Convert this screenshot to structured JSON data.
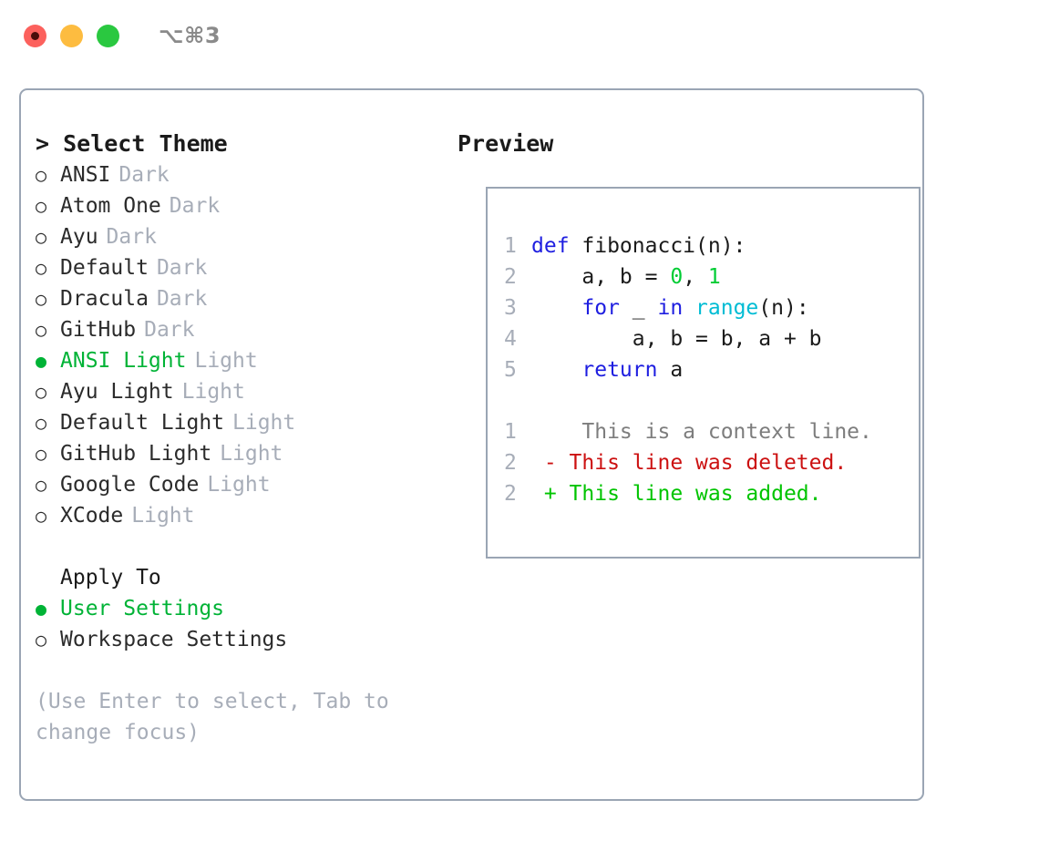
{
  "window": {
    "shortcut": "⌥⌘3",
    "traffic_lights": [
      {
        "name": "close",
        "color": "#fc615d"
      },
      {
        "name": "minimize",
        "color": "#fdbc40"
      },
      {
        "name": "maximize",
        "color": "#2ac840"
      }
    ]
  },
  "theme_panel": {
    "heading": "> Select Theme",
    "marker_selected": "●",
    "marker_unselected": "○",
    "items": [
      {
        "label": "ANSI",
        "suffix": "Dark",
        "selected": false
      },
      {
        "label": "Atom One",
        "suffix": "Dark",
        "selected": false
      },
      {
        "label": "Ayu",
        "suffix": "Dark",
        "selected": false
      },
      {
        "label": "Default",
        "suffix": "Dark",
        "selected": false
      },
      {
        "label": "Dracula",
        "suffix": "Dark",
        "selected": false
      },
      {
        "label": "GitHub",
        "suffix": "Dark",
        "selected": false
      },
      {
        "label": "ANSI Light",
        "suffix": "Light",
        "selected": true
      },
      {
        "label": "Ayu Light",
        "suffix": "Light",
        "selected": false
      },
      {
        "label": "Default Light",
        "suffix": "Light",
        "selected": false
      },
      {
        "label": "GitHub Light",
        "suffix": "Light",
        "selected": false
      },
      {
        "label": "Google Code",
        "suffix": "Light",
        "selected": false
      },
      {
        "label": "XCode",
        "suffix": "Light",
        "selected": false
      }
    ]
  },
  "apply_to": {
    "heading": "Apply To",
    "items": [
      {
        "label": "User Settings",
        "selected": true
      },
      {
        "label": "Workspace Settings",
        "selected": false
      }
    ]
  },
  "hint": "(Use Enter to select, Tab to change focus)",
  "preview": {
    "heading": "Preview",
    "code_lines": [
      {
        "number": "1",
        "tokens": [
          {
            "text": "def",
            "kind": "kw"
          },
          {
            "text": " fibonacci(n):",
            "kind": "plain"
          }
        ]
      },
      {
        "number": "2",
        "tokens": [
          {
            "text": "    a, b = ",
            "kind": "plain"
          },
          {
            "text": "0",
            "kind": "num"
          },
          {
            "text": ", ",
            "kind": "plain"
          },
          {
            "text": "1",
            "kind": "num"
          }
        ]
      },
      {
        "number": "3",
        "tokens": [
          {
            "text": "    ",
            "kind": "plain"
          },
          {
            "text": "for",
            "kind": "kw"
          },
          {
            "text": " _ ",
            "kind": "plain"
          },
          {
            "text": "in",
            "kind": "kw"
          },
          {
            "text": " ",
            "kind": "plain"
          },
          {
            "text": "range",
            "kind": "fn"
          },
          {
            "text": "(n):",
            "kind": "plain"
          }
        ]
      },
      {
        "number": "4",
        "tokens": [
          {
            "text": "        a, b = b, a + b",
            "kind": "plain"
          }
        ]
      },
      {
        "number": "5",
        "tokens": [
          {
            "text": "    ",
            "kind": "plain"
          },
          {
            "text": "return",
            "kind": "kw"
          },
          {
            "text": " a",
            "kind": "plain"
          }
        ]
      }
    ],
    "diff_lines": [
      {
        "number": "1",
        "marker": " ",
        "text": "  This is a context line.",
        "kind": "context"
      },
      {
        "number": "2",
        "marker": "-",
        "text": " This line was deleted.",
        "kind": "del"
      },
      {
        "number": "2",
        "marker": "+",
        "text": " This line was added.",
        "kind": "add"
      }
    ]
  },
  "colors": {
    "accent_green": "#00b336",
    "muted_gray": "#a7adb8",
    "border": "#9aa5b4",
    "keyword_blue": "#1e1ee0",
    "function_cyan": "#00bcd4",
    "number_green": "#00cc33",
    "diff_red": "#cc1111",
    "diff_green": "#00c400"
  }
}
